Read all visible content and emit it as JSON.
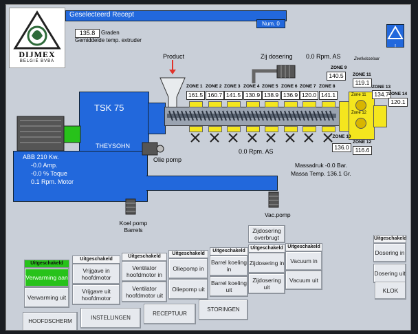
{
  "title": "Geselecteerd Recept",
  "recipe_num": "Num. 0",
  "logo": {
    "name": "DIJMEX",
    "sub": "BELGIË BVBA"
  },
  "avg_temp": {
    "value": "135.8",
    "unit": "Graden",
    "label": "Gemiddelde temp. extruder"
  },
  "product_label": "Product",
  "zij_dosering": {
    "label": "Zij dosering",
    "rpm": "0.0 Rpm. AS"
  },
  "extruder": {
    "name": "TSK 75",
    "brand": "THEYSOHN"
  },
  "zones": [
    {
      "label": "ZONE 1",
      "value": "161.5"
    },
    {
      "label": "ZONE 2",
      "value": "160.7"
    },
    {
      "label": "ZONE 3",
      "value": "141.5"
    },
    {
      "label": "ZONE 4",
      "value": "130.9"
    },
    {
      "label": "ZONE 5",
      "value": "138.9"
    },
    {
      "label": "ZONE 6",
      "value": "136.9"
    },
    {
      "label": "ZONE 7",
      "value": "120.0"
    },
    {
      "label": "ZONE 8",
      "value": "141.1"
    }
  ],
  "zone9": {
    "label": "ZONE 9",
    "value": "140.5"
  },
  "zone10": {
    "label": "ZONE 10",
    "value": "136.0"
  },
  "zone11": {
    "label": "ZONE 11",
    "value": "119.1"
  },
  "zone12": {
    "label": "ZONE 12",
    "value": "116.6"
  },
  "zone13": {
    "label": "ZONE 13",
    "value": "134.7"
  },
  "zone14": {
    "label": "ZONE 14",
    "value": "120.1"
  },
  "zeefwisselaar": "Zeefwisselaar",
  "zone_in_11": "Zone 11",
  "zone_in_12": "Zone 12",
  "screw_rpm": "0.0 Rpm. AS",
  "massadruk": "Massadruk -0.0 Bar.",
  "massa_temp": "Massa Temp. 136.1 Gr.",
  "motor": {
    "line1": "ABB 210 Kw.",
    "line2": "-0.0 Amp.",
    "line3": "-0.0 % Toque",
    "line4": "0.1 Rpm. Motor"
  },
  "olie_pomp": "Olie pomp",
  "koel_pomp": "Koel pomp Barrels",
  "vac_pomp": "Vac.pomp",
  "controls": {
    "verwarming": {
      "header": "Uitgeschakeld",
      "aan": "Verwarming aan",
      "uit": "Verwarming uit"
    },
    "vrijgave": {
      "header": "Uitgeschakeld",
      "in": "Vrijgave in hoofdmotor",
      "uit": "Vrijgave uit hoofdmotor"
    },
    "ventilator": {
      "header": "Uitgeschakeld",
      "in": "Ventilator hoofdmotor in",
      "uit": "Ventilator hoofdmotor uit"
    },
    "oliepomp": {
      "header": "Uitgeschakeld",
      "in": "Oliepomp in",
      "uit": "Oliepomp uit"
    },
    "barrel": {
      "header": "Uitgeschakeld",
      "in": "Barrel koeling in",
      "uit": "Barrel koeling uit"
    },
    "zijdosering": {
      "header": "Uitgeschakeld",
      "top": "Zijdosering overbrugt",
      "in": "Zijdosering in",
      "uit": "Zijdosering uit"
    },
    "vacuum": {
      "header": "Uitgeschakeld",
      "in": "Vacuum in",
      "uit": "Vacuum uit"
    },
    "dosering": {
      "header": "Uitgeschakeld",
      "in": "Dosering in",
      "uit": "Dosering uit"
    }
  },
  "klok": "KLOK",
  "nav": [
    "HOOFDSCHERM",
    "INSTELLINGEN",
    "RECEPTUUR",
    "STORINGEN"
  ],
  "warning_label": "!",
  "colors": {
    "blue": "#2268dc",
    "green_active": "#27c21a",
    "yellow": "#f4e61e"
  }
}
